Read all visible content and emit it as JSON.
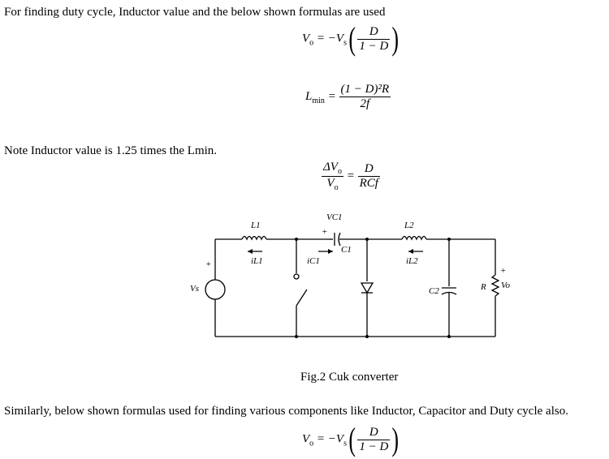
{
  "intro": "For finding duty cycle, Inductor value and the below shown formulas are used",
  "note": "Note Inductor value is 1.25 times the Lmin.",
  "similarly": "Similarly, below shown formulas used for finding various components like Inductor, Capacitor and Duty cycle also.",
  "caption": "Fig.2 Cuk converter",
  "formula_vo": {
    "lhs": "V",
    "lhs_sub": "o",
    "eq": "= −V",
    "rhs_sub": "s",
    "num": "D",
    "den": "1 − D"
  },
  "formula_lmin": {
    "lhs": "L",
    "lhs_sub": "min",
    "eq": "=",
    "num": "(1 − D)²R",
    "den": "2f"
  },
  "formula_ripple": {
    "num_l": "ΔV",
    "num_l_sub": "o",
    "den_l": "V",
    "den_l_sub": "o",
    "eq": "=",
    "num_r": "D",
    "den_r": "RCf"
  },
  "circuit": {
    "labels": {
      "L1": "L1",
      "L2": "L2",
      "iL1": "iL1",
      "iL2": "iL2",
      "VC1": "VC1",
      "C1": "C1",
      "iC1": "iC1",
      "C2": "C2",
      "R": "R",
      "Vo": "Vo",
      "Vs": "Vs",
      "plus": "+"
    }
  }
}
